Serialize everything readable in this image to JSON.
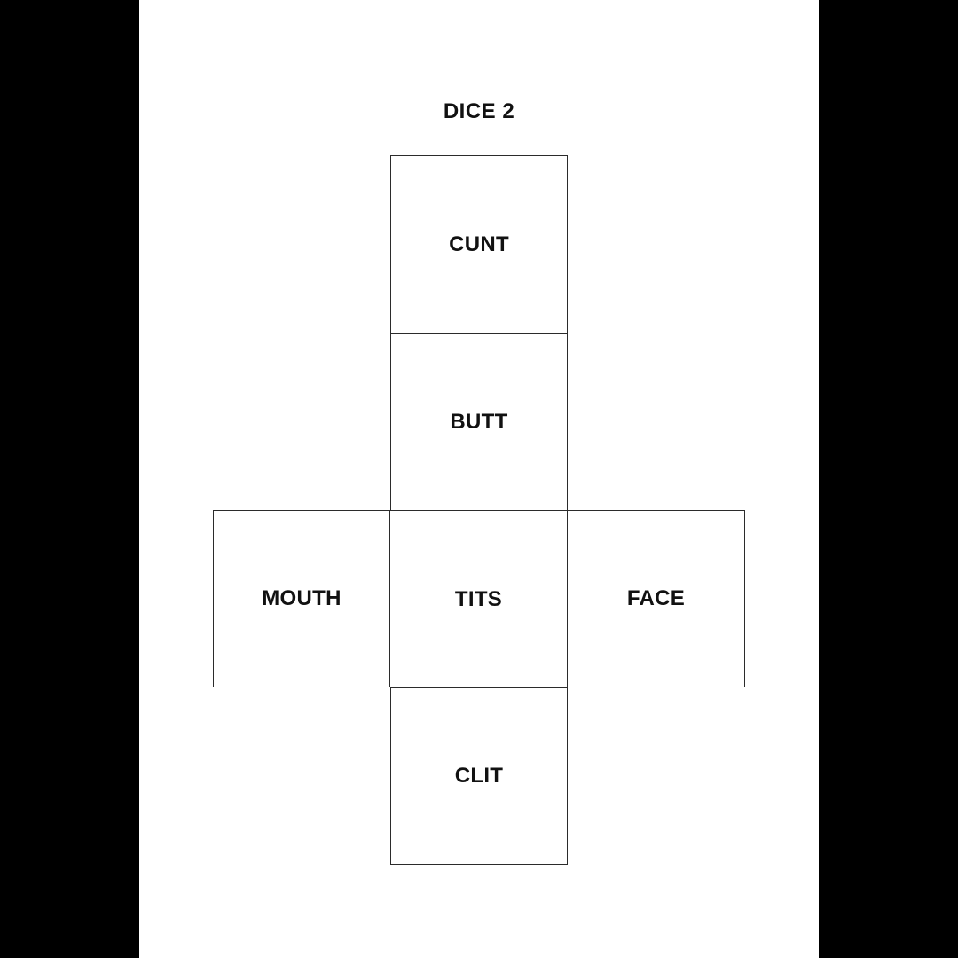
{
  "page": {
    "title": "DICE 2"
  },
  "dice_net": {
    "faces": [
      {
        "label": "CUNT",
        "position": "top"
      },
      {
        "label": "BUTT",
        "position": "upper-middle"
      },
      {
        "label": "MOUTH",
        "position": "middle-left"
      },
      {
        "label": "TITS",
        "position": "center"
      },
      {
        "label": "FACE",
        "position": "middle-right"
      },
      {
        "label": "CLIT",
        "position": "bottom"
      }
    ]
  },
  "colors": {
    "pillarbox": "#000000",
    "page_background": "#ffffff",
    "line": "#2b2b2b",
    "text": "#111111"
  }
}
